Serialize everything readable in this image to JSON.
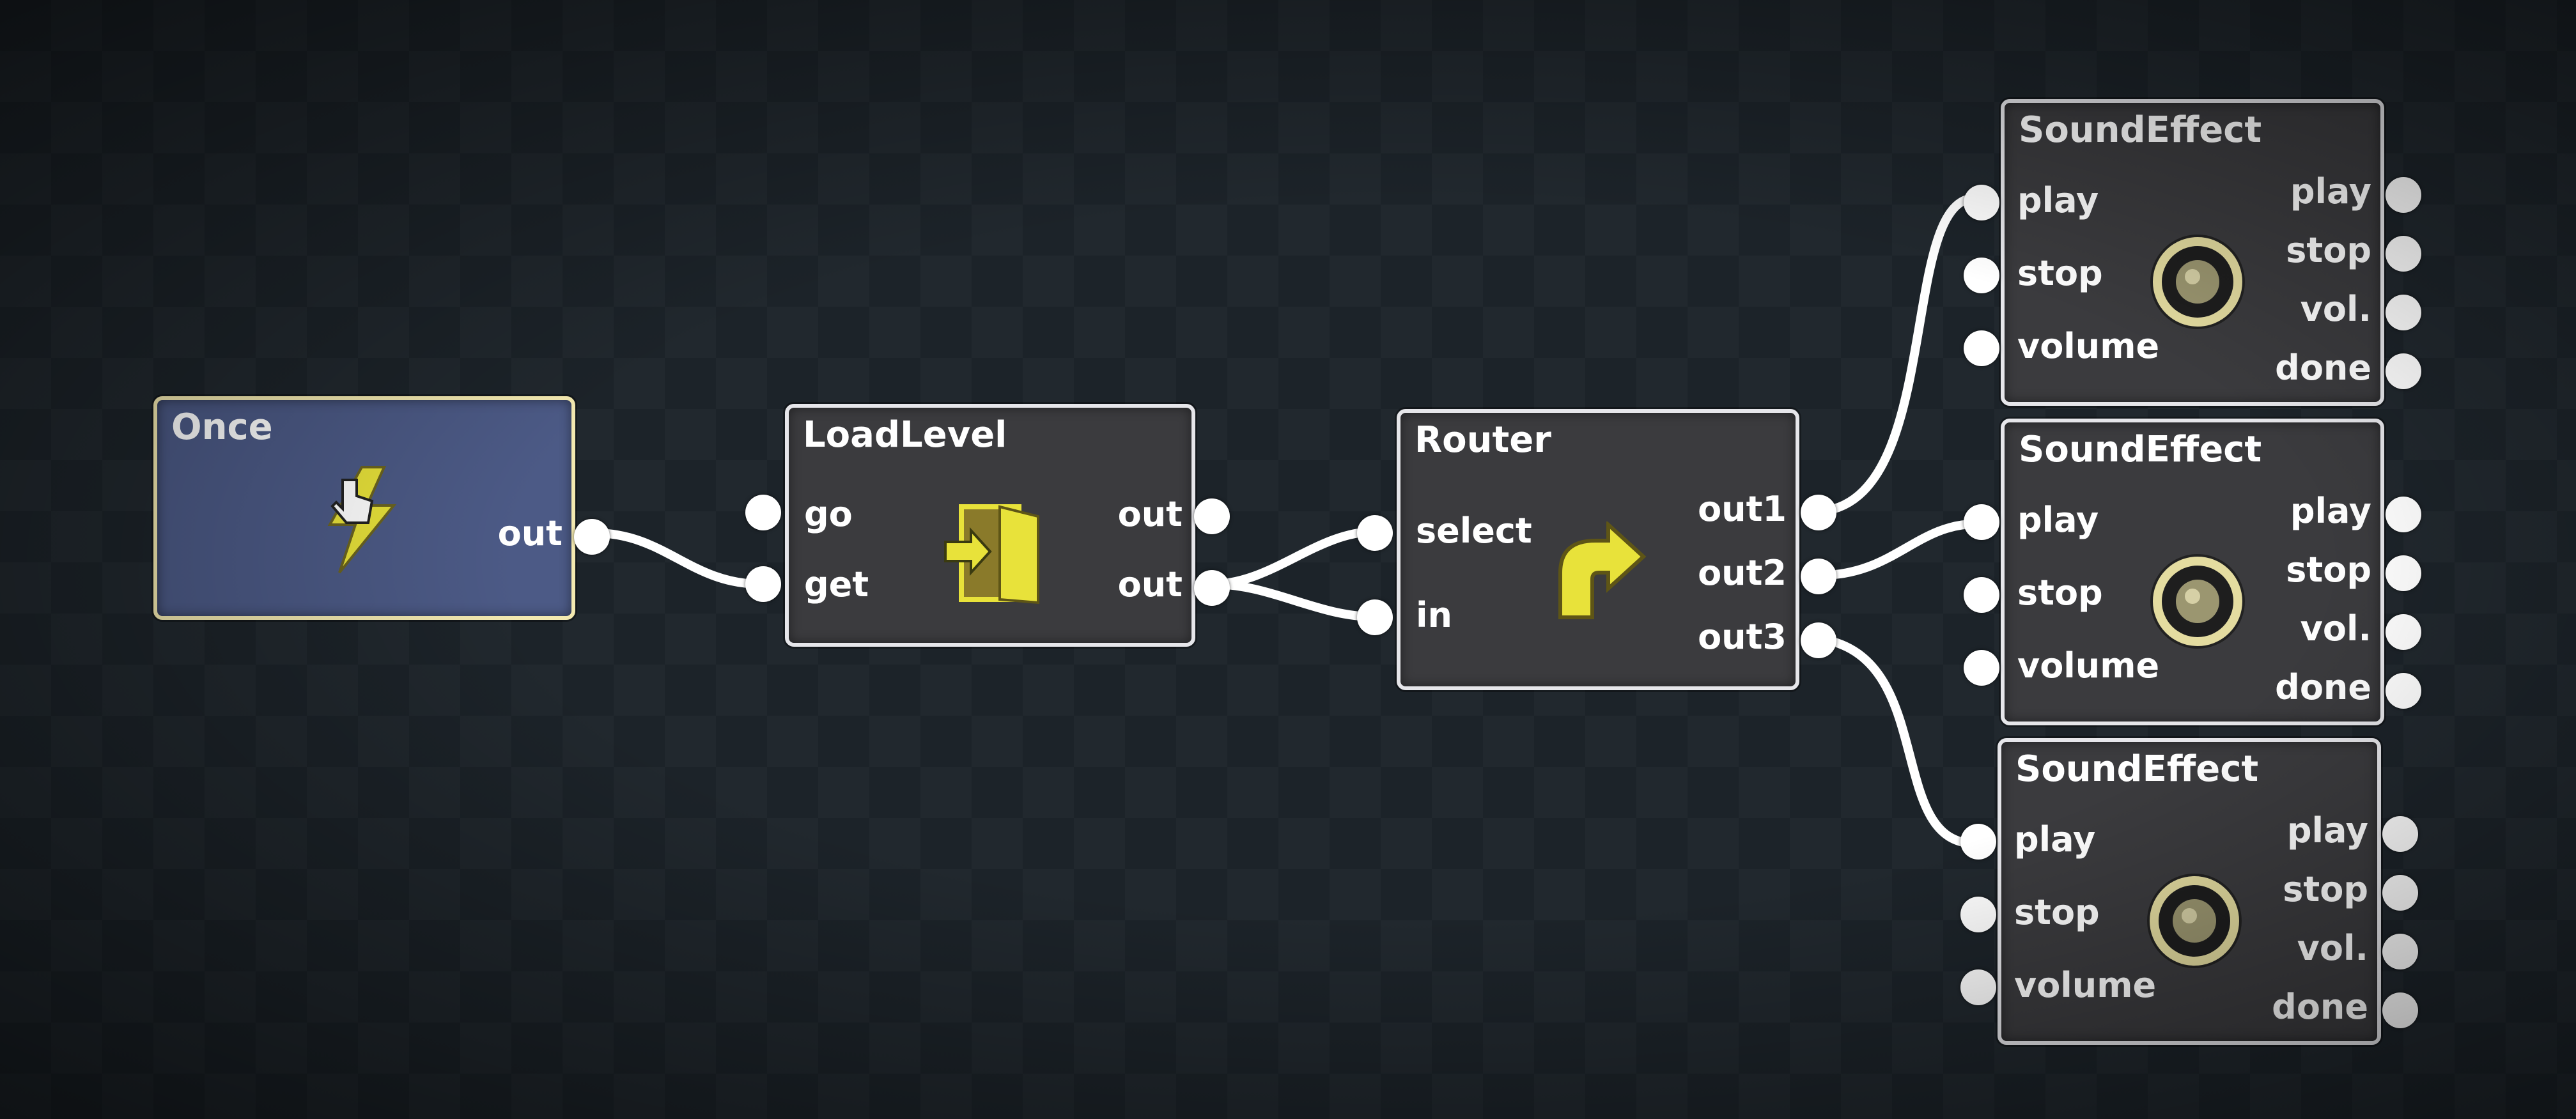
{
  "editor": {
    "nodes": {
      "once": {
        "title": "Once",
        "outputs": [
          "out"
        ],
        "icon": "lightning-hand-icon"
      },
      "loadlevel": {
        "title": "LoadLevel",
        "inputs": [
          "go",
          "get"
        ],
        "outputs": [
          "out",
          "out"
        ],
        "icon": "door-exit-icon"
      },
      "router": {
        "title": "Router",
        "inputs": [
          "select",
          "in"
        ],
        "outputs": [
          "out1",
          "out2",
          "out3"
        ],
        "icon": "router-arrow-icon"
      },
      "sound1": {
        "title": "SoundEffect",
        "inputs": [
          "play",
          "stop",
          "volume"
        ],
        "outputs": [
          "play",
          "stop",
          "vol.",
          "done"
        ],
        "icon": "speaker-icon"
      },
      "sound2": {
        "title": "SoundEffect",
        "inputs": [
          "play",
          "stop",
          "volume"
        ],
        "outputs": [
          "play",
          "stop",
          "vol.",
          "done"
        ],
        "icon": "speaker-icon"
      },
      "sound3": {
        "title": "SoundEffect",
        "inputs": [
          "play",
          "stop",
          "volume"
        ],
        "outputs": [
          "play",
          "stop",
          "vol.",
          "done"
        ],
        "icon": "speaker-icon"
      }
    },
    "connections": [
      {
        "from": "once.out",
        "to": "loadlevel.get"
      },
      {
        "from": "loadlevel.out",
        "to": "router.select"
      },
      {
        "from": "loadlevel.out",
        "to": "router.in"
      },
      {
        "from": "router.out1",
        "to": "sound1.play"
      },
      {
        "from": "router.out2",
        "to": "sound2.play"
      },
      {
        "from": "router.out3",
        "to": "sound3.play"
      }
    ],
    "colors": {
      "canvas": "#1c2329",
      "node_body": "#3b3b3e",
      "node_selected": "#4c5a86",
      "node_border": "#e6e6ea",
      "selected_border": "#f3e9b0",
      "wire": "#ffffff",
      "icon_accent": "#e8e23a"
    }
  }
}
